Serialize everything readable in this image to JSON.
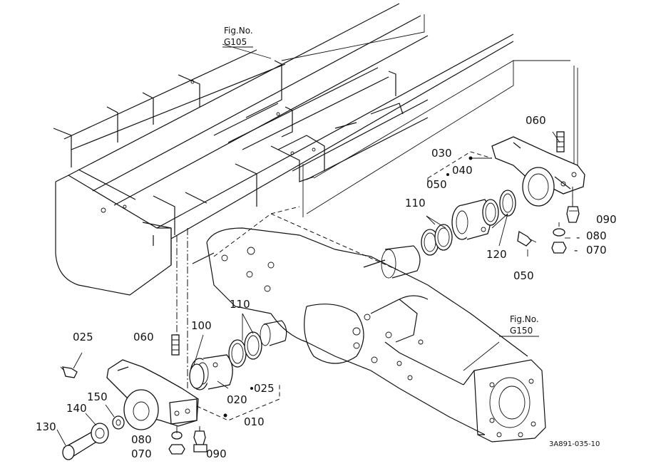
{
  "figure_refs": {
    "g105": {
      "line1": "Fig.No.",
      "line2": "G105"
    },
    "g150": {
      "line1": "Fig.No.",
      "line2": "G150"
    }
  },
  "callouts": {
    "c060_top": "060",
    "c030": "030",
    "c040": "040",
    "c050_top": "050",
    "c110_top": "110",
    "c090_top": "090",
    "c080_top": "080",
    "c070_top": "070",
    "c120": "120",
    "c050_mid": "050",
    "c025_left": "025",
    "c060_left": "060",
    "c100": "100",
    "c110_left": "110",
    "c150": "150",
    "c140": "140",
    "c130": "130",
    "c020": "020",
    "c025_mid": "025",
    "c010": "010",
    "c080_bot": "080",
    "c070_bot": "070",
    "c090_bot": "090"
  },
  "drawing_id": "3A891-035-10"
}
